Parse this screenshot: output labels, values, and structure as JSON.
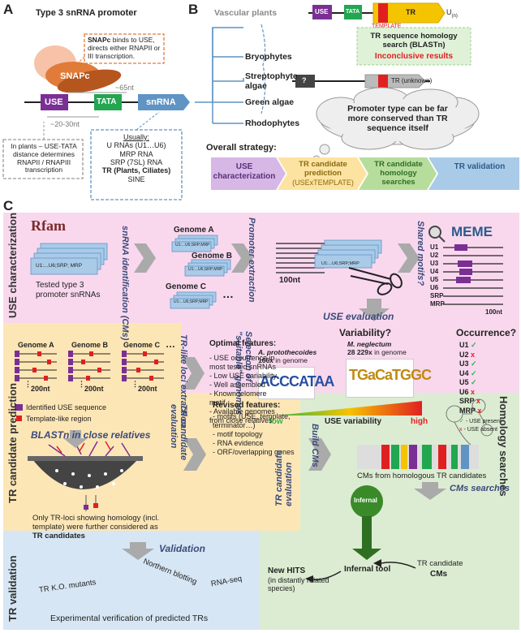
{
  "panelA": {
    "letter": "A",
    "title": "Type 3 snRNA promoter",
    "snapc_callout_bold": "SNAPc",
    "snapc_callout_rest": " binds to USE, directs either RNAPII or III transcription.",
    "snapc_label": "SNAPc",
    "use": "USE",
    "tata": "TATA",
    "snrna": "snRNA",
    "dist1": "~65nt",
    "dist2": "~20-30nt",
    "plants_note": "In plants – USE-TATA distance determines RNAPII / RNAPIII transcription",
    "usually": "Usually:",
    "usually_items": [
      "U RNAs (U1…U6)",
      "MRP RNA",
      "SRP (7SL) RNA"
    ],
    "usually_bold": "TR (Plants, Ciliates)",
    "usually_last": "SINE"
  },
  "panelB": {
    "letter": "B",
    "tree": [
      "Vascular plants",
      "Bryophytes",
      "Streptophyte algae",
      "Green algae",
      "Rhodophytes"
    ],
    "use": "USE",
    "tata": "TATA",
    "tr": "TR",
    "template": "TEMPLATE",
    "un": "U",
    "un_sub": "(n)",
    "search_title": "TR sequence homology search (BLASTn)",
    "inconclusive": "Inconclusive results",
    "qmark": "?",
    "tr_unknown": "TR (unknown)",
    "cloud": "Promoter type can be far more conserved than TR sequence itself",
    "strategy_title": "Overall strategy:",
    "strategy": [
      "USE characterization",
      "TR candidate prediction",
      "(USExTEMPLATE)",
      "TR candidate homology searches",
      "TR validation"
    ]
  },
  "panelC": {
    "letter": "C",
    "sections": [
      "USE characterization",
      "TR candidate prediction",
      "Homology searches",
      "TR validation"
    ],
    "rfam": "Rfam",
    "stack_text": "U1:...U6;SRP; MRP",
    "tested": "Tested type 3 promoter snRNAs",
    "step_cms": "snRNA identification (CMs)",
    "genomes": [
      "Genome A",
      "Genome B",
      "Genome C"
    ],
    "stack_small": "U1:...U6;SRP;MRP",
    "dots": "…",
    "step_promoter": "Promoter extraction",
    "nt100": "100nt",
    "step_motifs": "Shared motifs?",
    "meme": "MEME",
    "meme_rows": [
      "U1",
      "U2",
      "U3",
      "U4",
      "U5",
      "U6",
      "SRP",
      "MRP"
    ],
    "use_eval": "USE evaluation",
    "variability": "Variability?",
    "occurrence": "Occurrence?",
    "sp1": "A. protothecoides",
    "sp1_count": "166x",
    "sp1_tail": " in genome",
    "sp2": "M. neglectum",
    "sp2_count": "28 229x",
    "sp2_tail": " in genome",
    "logo1": "ACCCATAA",
    "logo2": "TGaCaTGGC",
    "low": "low",
    "use_var": "USE variability",
    "high": "high",
    "occ": [
      {
        "name": "U1",
        "mark": "✓"
      },
      {
        "name": "U2",
        "mark": "x"
      },
      {
        "name": "U3",
        "mark": "✓"
      },
      {
        "name": "U4",
        "mark": "✓"
      },
      {
        "name": "U5",
        "mark": "✓"
      },
      {
        "name": "U6",
        "mark": "x"
      },
      {
        "name": "SRP",
        "mark": "x"
      },
      {
        "name": "MRP",
        "mark": "x"
      }
    ],
    "present": "- USE present",
    "absent": "- USE absent",
    "selection": "Selection of \"suitable\" genomes",
    "nt200": "200nt",
    "legend_use": "Identified USE sequence",
    "legend_tpl": "Template-like region",
    "step_trloci": "TR-like loci extraction",
    "optimal_title": "Optimal features:",
    "optimal": [
      "- USE occurrence in most tested snRNAs",
      "- Low USE variability",
      "- Well assembled",
      "- Known telomere motif",
      "- Available genomes from close relatives"
    ],
    "blastn": "BLASTn in close relatives",
    "only_tr": "Only TR-loci showing homology (incl. template) were further considered as ",
    "only_tr_bold": "TR candidates",
    "tr_eval": "TR candidate evaluation",
    "revised_title": "Revised features:",
    "revised": [
      "- motifs (USE, template, terminator…)",
      "- motif topology",
      "- RNA evidence",
      "- ORF/overlapping genes"
    ],
    "build_cms": "Build CMs",
    "cms_from": "CMs from homologous TR candidates",
    "cms_search": "CMs searches",
    "infernal_logo": "Infernal",
    "infernal_tool": "Infernal tool",
    "tr_cand": "TR candidate",
    "cms": "CMs",
    "new_hits": "New HITS",
    "new_hits_sub": "(in distantly related species)",
    "tr_eval2": "TR candidate evaluation",
    "validation": "Validation",
    "val_items": [
      "TR K.O. mutants",
      "Northern blotting",
      "RNA-seq"
    ],
    "experimental": "Experimental verification of predicted TRs"
  }
}
